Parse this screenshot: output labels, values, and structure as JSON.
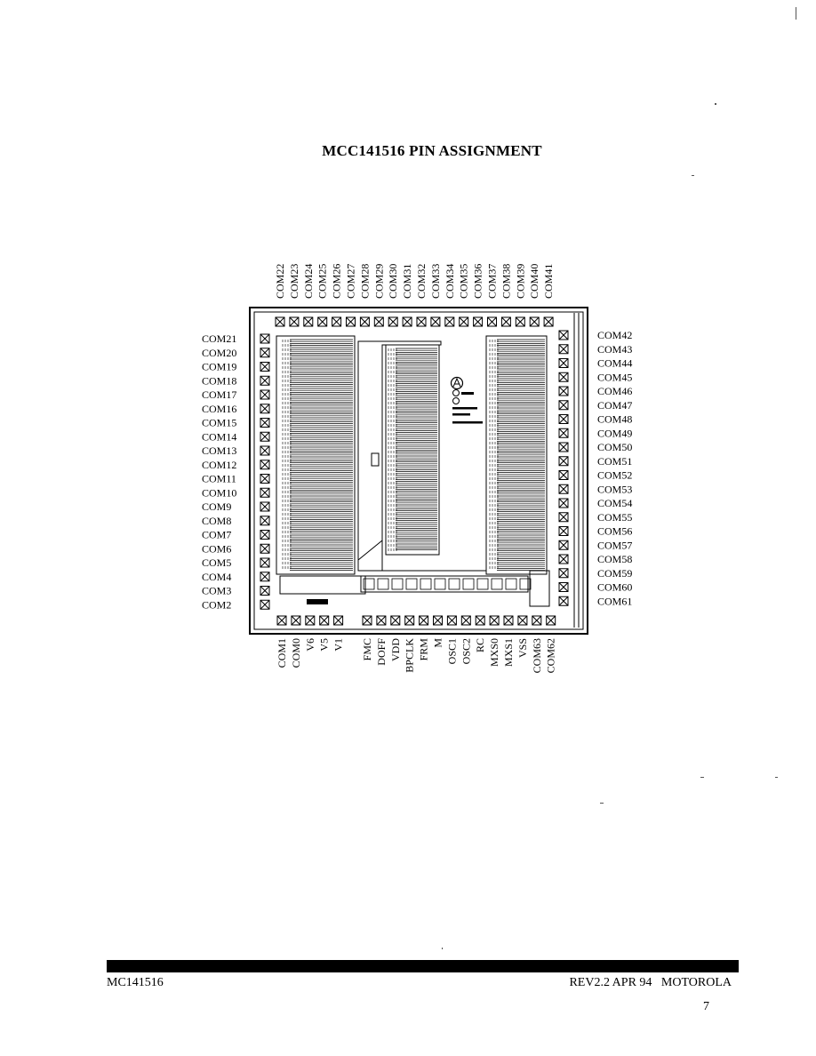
{
  "title": "MCC141516 PIN ASSIGNMENT",
  "pins": {
    "top": [
      "COM22",
      "COM23",
      "COM24",
      "COM25",
      "COM26",
      "COM27",
      "COM28",
      "COM29",
      "COM30",
      "COM31",
      "COM32",
      "COM33",
      "COM34",
      "COM35",
      "COM36",
      "COM37",
      "COM38",
      "COM39",
      "COM40",
      "COM41"
    ],
    "left": [
      "COM21",
      "COM20",
      "COM19",
      "COM18",
      "COM17",
      "COM16",
      "COM15",
      "COM14",
      "COM13",
      "COM12",
      "COM11",
      "COM10",
      "COM9",
      "COM8",
      "COM7",
      "COM6",
      "COM5",
      "COM4",
      "COM3",
      "COM2"
    ],
    "right": [
      "COM42",
      "COM43",
      "COM44",
      "COM45",
      "COM46",
      "COM47",
      "COM48",
      "COM49",
      "COM50",
      "COM51",
      "COM52",
      "COM53",
      "COM54",
      "COM55",
      "COM56",
      "COM57",
      "COM58",
      "COM59",
      "COM60",
      "COM61"
    ],
    "bottom_a": [
      "COM1",
      "COM0",
      "V6",
      "V5",
      "V1"
    ],
    "bottom_b": [
      "FMC",
      "DOFF",
      "VDD",
      "BPCLK",
      "FRM",
      "M",
      "OSC1",
      "OSC2",
      "RC",
      "MXS0",
      "MXS1",
      "VSS",
      "COM63",
      "COM62"
    ]
  },
  "footer": {
    "part": "MC141516",
    "revision": "REV2.2 APR 94",
    "company": "MOTOROLA",
    "page": "7"
  }
}
